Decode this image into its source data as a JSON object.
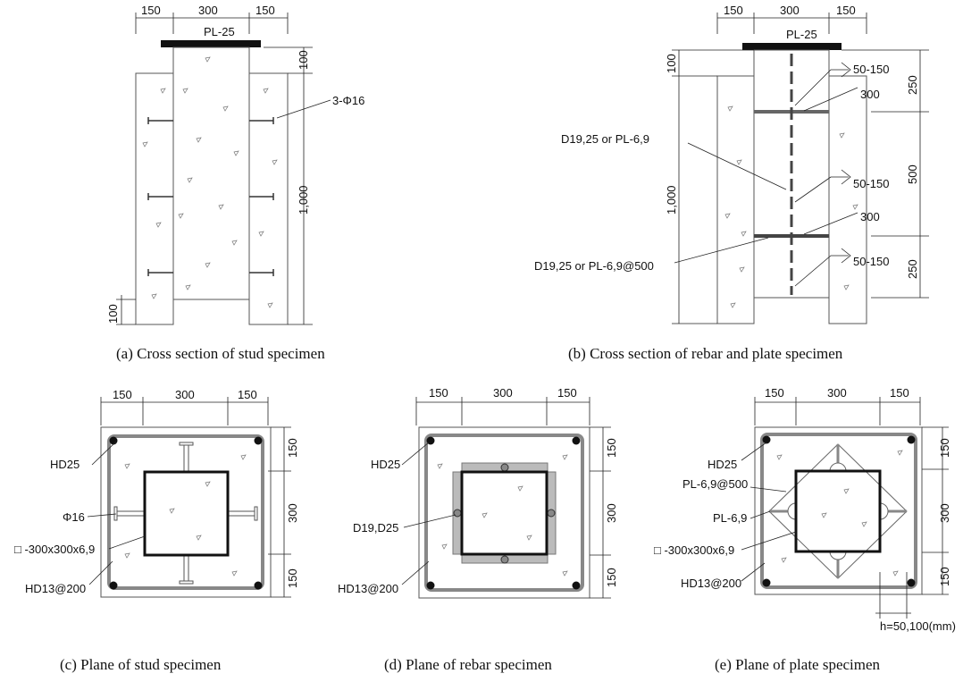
{
  "panel_a": {
    "dims_top": [
      "150",
      "300",
      "150"
    ],
    "plate_label": "PL-25",
    "dim_side_100": "100",
    "dim_side_1000": "1,000",
    "dim_bottom_100": "100",
    "stud_label": "3-Φ16",
    "caption": "(a) Cross section of stud specimen"
  },
  "panel_b": {
    "dims_top": [
      "150",
      "300",
      "150"
    ],
    "plate_label": "PL-25",
    "dim_left_100": "100",
    "dim_left_1000": "1,000",
    "dims_right": [
      "250",
      "500",
      "250"
    ],
    "label_d19_upper": "D19,25 or PL-6,9",
    "label_d19_lower": "D19,25 or PL-6,9@500",
    "weld_1": "50-150",
    "weld_2": "300",
    "weld_3": "50-150",
    "weld_4": "300",
    "weld_5": "50-150",
    "caption": "(b) Cross section of rebar and plate specimen"
  },
  "panel_c": {
    "dims_top": [
      "150",
      "300",
      "150"
    ],
    "dims_right": [
      "150",
      "300",
      "150"
    ],
    "label_hd25": "HD25",
    "label_phi16": "Φ16",
    "label_tube": "□ -300x300x6,9",
    "label_hd13": "HD13@200",
    "caption": "(c) Plane of stud specimen"
  },
  "panel_d": {
    "dims_top": [
      "150",
      "300",
      "150"
    ],
    "dims_right": [
      "150",
      "300",
      "150"
    ],
    "label_hd25": "HD25",
    "label_d19": "D19,D25",
    "label_hd13": "HD13@200",
    "caption": "(d) Plane of rebar specimen"
  },
  "panel_e": {
    "dims_top": [
      "150",
      "300",
      "150"
    ],
    "dims_right": [
      "150",
      "300",
      "150"
    ],
    "label_hd25": "HD25",
    "label_pl500": "PL-6,9@500",
    "label_pl69": "PL-6,9",
    "label_tube": "□ -300x300x6,9",
    "label_hd13": "HD13@200",
    "label_h": "h=50,100(mm)",
    "caption": "(e) Plane of plate specimen"
  }
}
